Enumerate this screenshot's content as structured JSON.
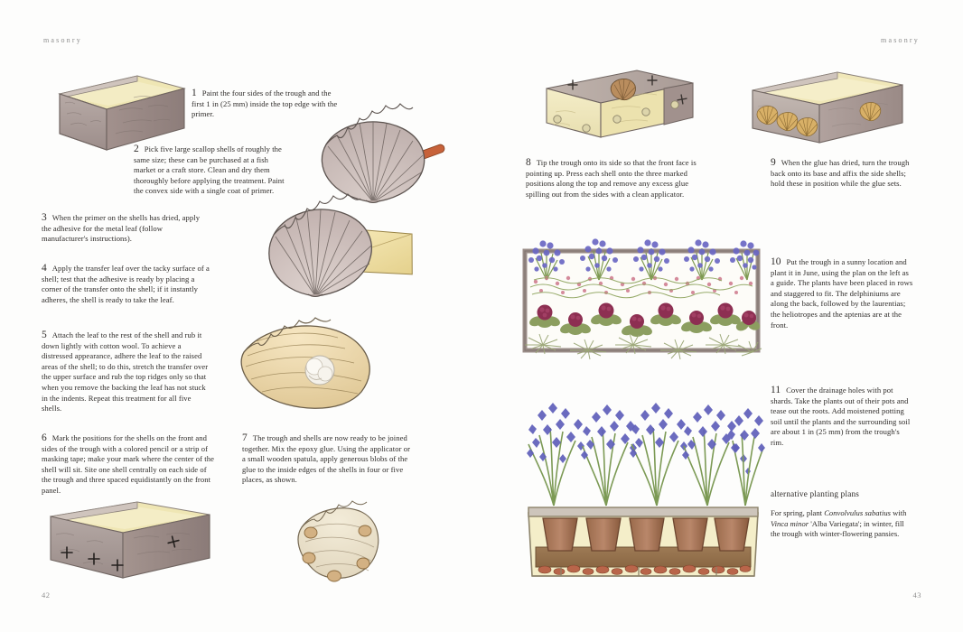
{
  "spread": {
    "left_page": {
      "running_head": "masonry",
      "folio": "42"
    },
    "right_page": {
      "running_head": "masonry",
      "folio": "43"
    }
  },
  "steps": [
    {
      "number": "1",
      "text": "Paint the four sides of the trough and the first 1 in (25 mm) inside the top edge with the primer."
    },
    {
      "number": "2",
      "text": "Pick five large scallop shells of roughly the same size; these can be purchased at a fish market or a craft store. Clean and dry them thoroughly before applying the treatment. Paint the convex side with a single coat of primer."
    },
    {
      "number": "3",
      "text": "When the primer on the shells has dried, apply the adhesive for the metal leaf (follow manufacturer's instructions)."
    },
    {
      "number": "4",
      "text": "Apply the transfer leaf over the tacky surface of a shell; test that the adhesive is ready by placing a corner of the transfer onto the shell; if it instantly adheres, the shell is ready to take the leaf."
    },
    {
      "number": "5",
      "text": "Attach the leaf to the rest of the shell and rub it down lightly with cotton wool. To achieve a distressed appearance, adhere the leaf to the raised areas of the shell; to do this, stretch the transfer over the upper surface and rub the top ridges only so that when you remove the backing the leaf has not stuck in the indents. Repeat this treatment for all five shells."
    },
    {
      "number": "6",
      "text": "Mark the positions for the shells on the front and sides of the trough with a colored pencil or a strip of masking tape; make your mark where the center of the shell will sit. Site one shell centrally on each side of the trough and three spaced equidistantly on the front panel."
    },
    {
      "number": "7",
      "text": "The trough and shells are now ready to be joined together. Mix the epoxy glue. Using the applicator or a small wooden spatula, apply generous blobs of the glue to the inside edges of the shells in four or five places, as shown."
    },
    {
      "number": "8",
      "text": "Tip the trough onto its side so that the front face is pointing up. Press each shell onto the three marked positions along the top and remove any excess glue spilling out from the sides with a clean applicator."
    },
    {
      "number": "9",
      "text": "When the glue has dried, turn the trough back onto its base and affix the side shells; hold these in position while the glue sets."
    },
    {
      "number": "10",
      "text": "Put the trough in a sunny location and plant it in June, using the plan on the left as a guide. The plants have been placed in rows and staggered to fit. The delphiniums are along the back, followed by the laurentias; the heliotropes and the aptenias are at the front."
    },
    {
      "number": "11",
      "text": "Cover the drainage holes with pot shards. Take the plants out of their pots and tease out the roots. Add moistened potting soil until the plants and the surrounding soil are about 1 in (25 mm) from the trough's rim."
    }
  ],
  "alternative": {
    "heading": "alternative planting plans",
    "body_before_italic_1": "For spring, plant ",
    "italic_1": "Convolvulus sabatius",
    "body_mid": " with ",
    "italic_2": "Vinca minor",
    "body_after": " 'Alba Variegata'; in winter, fill the trough with winter-flowering pansies."
  },
  "illustrations": [
    {
      "name": "primed-stone-trough",
      "caption_role": "step-1 illustration"
    },
    {
      "name": "scallop-shell-with-brush",
      "caption_role": "step-2 illustration"
    },
    {
      "name": "shell-with-transfer-leaf-sheet",
      "caption_role": "step-4 illustration"
    },
    {
      "name": "gilded-shell-with-cotton-wool",
      "caption_role": "step-5 illustration"
    },
    {
      "name": "trough-with-pencil-marks",
      "caption_role": "step-6 illustration"
    },
    {
      "name": "shell-with-glue-blobs",
      "caption_role": "step-7 illustration"
    },
    {
      "name": "trough-on-side-with-shells",
      "caption_role": "step-8 illustration"
    },
    {
      "name": "finished-trough-with-shells",
      "caption_role": "step-9 illustration"
    },
    {
      "name": "planting-plan-top-view",
      "caption_role": "step-10 illustration"
    },
    {
      "name": "planted-trough-cross-section",
      "caption_role": "step-11 illustration"
    }
  ],
  "colors": {
    "paper": "#fdfdfc",
    "ink": "#2e2b29",
    "running_head": "#8d8d8d",
    "stone_grey": "#a79b97",
    "stone_light": "#c4bab6",
    "primer_cream": "#f0e8b9",
    "shell_pink": "#cbb6b4",
    "leaf_gold": "#c8a84e",
    "flower_blue": "#6f6fc0",
    "flower_magenta": "#8d2f52",
    "flower_pink": "#cf8090",
    "foliage_green": "#89a45e",
    "terracotta": "#9a6247",
    "brush_handle": "#c35a2e"
  }
}
